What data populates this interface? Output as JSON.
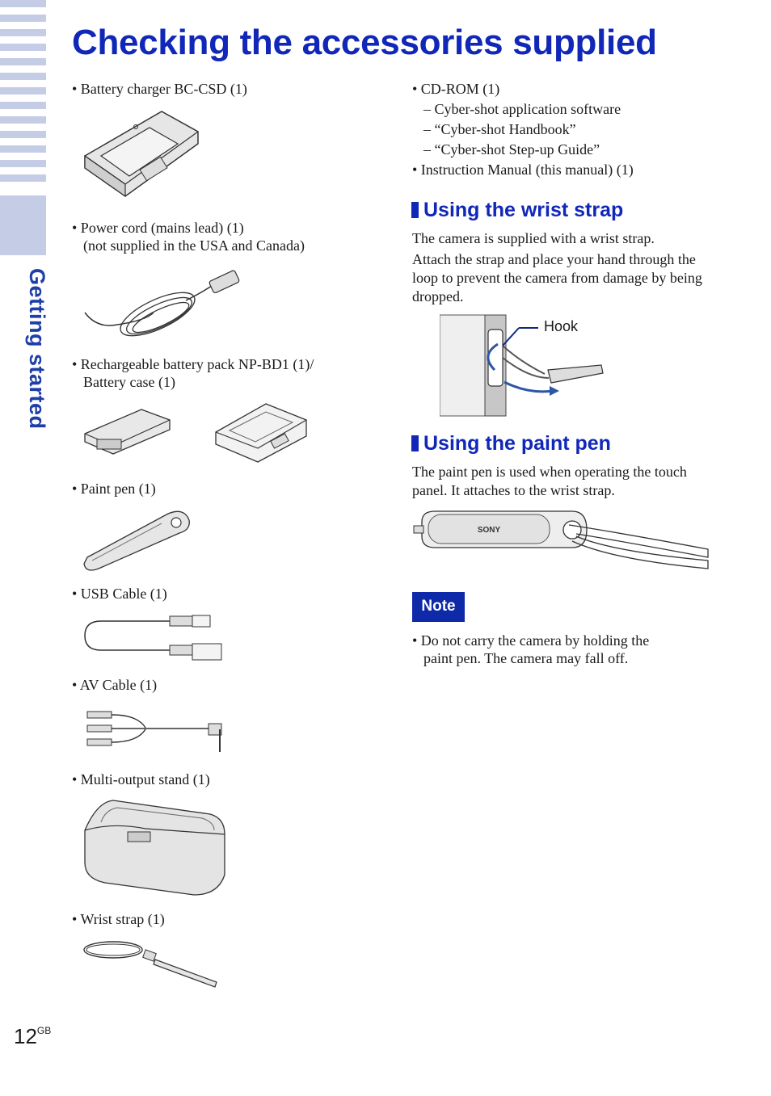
{
  "side_tab": {
    "label": "Getting started"
  },
  "title": "Checking the accessories supplied",
  "left_items": [
    {
      "line1": "• Battery charger BC-CSD (1)",
      "line2": ""
    },
    {
      "line1": "• Power cord (mains lead) (1)",
      "line2": "(not supplied in the USA and Canada)"
    },
    {
      "line1": "• Rechargeable battery pack NP-BD1 (1)/",
      "line2": "Battery case (1)"
    },
    {
      "line1": "• Paint pen (1)",
      "line2": ""
    },
    {
      "line1": "• USB Cable (1)",
      "line2": ""
    },
    {
      "line1": "• AV Cable (1)",
      "line2": ""
    },
    {
      "line1": "• Multi-output stand (1)",
      "line2": ""
    },
    {
      "line1": "• Wrist strap (1)",
      "line2": ""
    }
  ],
  "right_list": [
    "• CD-ROM (1)",
    "– Cyber-shot application software",
    "– “Cyber-shot Handbook”",
    "– “Cyber-shot Step-up Guide”",
    "• Instruction Manual (this manual) (1)"
  ],
  "wrist_section": {
    "heading": "Using the wrist strap",
    "para1": "The camera is supplied with a wrist strap.",
    "para2": "Attach the strap and place your hand through the loop to prevent the camera from damage by being dropped.",
    "hook_label": "Hook"
  },
  "pen_section": {
    "heading": "Using the paint pen",
    "para": "The paint pen is used when operating the touch panel. It attaches to the wrist strap.",
    "brand": "SONY"
  },
  "note": {
    "label": "Note",
    "line1": "• Do not carry the camera by holding the",
    "line2": "paint pen. The camera may fall off."
  },
  "page": {
    "number": "12",
    "suffix": "GB"
  },
  "colors": {
    "accent": "#1027b8",
    "tab": "#c5cde6"
  }
}
